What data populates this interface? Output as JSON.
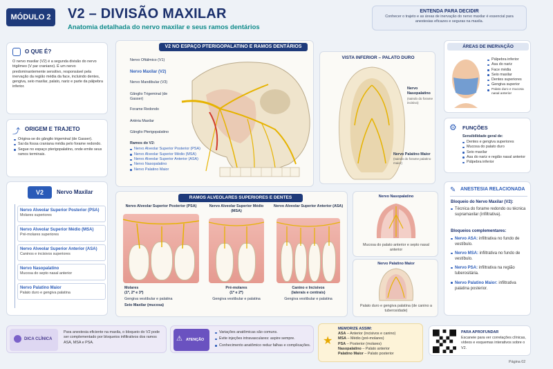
{
  "header": {
    "module": "MÓDULO 2",
    "title": "V2 – DIVISÃO MAXILAR",
    "subtitle": "Anatomia detalhada do nervo maxilar e seus ramos dentários"
  },
  "understand": {
    "title": "ENTENDA PARA DECIDIR",
    "text": "Conhecer o trajeto e as áreas de inervação do nervo maxilar é essencial para anestesias eficazes e seguras na maxila."
  },
  "what_is": {
    "title": "O QUE É?",
    "text": "O nervo maxilar (V2) é a segunda divisão do nervo trigêmeo (V par craniano). É um nervo predominantemente sensitivo, responsável pela inervação da região média da face, incluindo dentes, gengiva, seio maxilar, palato, nariz e parte da pálpebra inferior."
  },
  "origin": {
    "title": "ORIGEM E TRAJETO",
    "items": [
      "Origina-se do gânglio trigeminal (de Gasser).",
      "Sai da fossa craniana média pelo forame redondo.",
      "Segue no espaço pterigopalatino, onde emite seus ramos terminais."
    ]
  },
  "v2_card": {
    "badge": "V2",
    "title": "Nervo Maxilar",
    "branches": [
      {
        "name": "Nervo Alveolar Superior Posterior (PSA)",
        "desc": "Molares superiores"
      },
      {
        "name": "Nervo Alveolar Superior Médio (MSA)",
        "desc": "Pré-molares superiores"
      },
      {
        "name": "Nervo Alveolar Superior Anterior (ASA)",
        "desc": "Caninos e incisivos superiores"
      },
      {
        "name": "Nervo Nasopalatino",
        "desc": "Mucosa do septo nasal anterior"
      },
      {
        "name": "Nervo Palatino Maior",
        "desc": "Palato duro e gengiva palatina"
      }
    ]
  },
  "main_figure": {
    "title": "V2 NO ESPAÇO PTERIGOPALATINO E RAMOS DENTÁRIOS",
    "labels": [
      "Nervo Oftálmico (V1)",
      "Nervo Maxilar (V2)",
      "Nervo Mandibular (V3)",
      "Gânglio Trigeminal (de Gasser)",
      "Forame Redondo",
      "Artéria Maxilar",
      "Gânglio Pterigopalatino"
    ],
    "branches_title": "Ramos do V2:",
    "branches": [
      "Nervo Alveolar Superior Posterior (PSA)",
      "Nervo Alveolar Superior Médio (MSA)",
      "Nervo Alveolar Superior Anterior (ASA)",
      "Nervo Nasopalatino",
      "Nervo Palatino Maior"
    ]
  },
  "inferior_view": {
    "title": "VISTA INFERIOR – PALATO DURO",
    "label1": "Nervo Nasopalatino",
    "label1_sub": "(saindo do forame incisivo)",
    "label2": "Nervo Palatino Maior",
    "label2_sub": "(saindo do forame palatino maior)"
  },
  "areas": {
    "title": "ÁREAS DE INERVAÇÃO",
    "items": [
      "Pálpebra inferior",
      "Asa do nariz",
      "Face média",
      "Seio maxilar",
      "Dentes superiores",
      "Gengiva superior",
      "Palato duro e mucosa nasal anterior"
    ]
  },
  "functions": {
    "title": "FUNÇÕES",
    "lead": "Sensibilidade geral de:",
    "items": [
      "Dentes e gengiva superiores",
      "Mucosa do palato duro",
      "Seio maxilar",
      "Asa do nariz e região nasal anterior",
      "Pálpebra inferior"
    ]
  },
  "anesthesia": {
    "title": "ANESTESIA RELACIONADA",
    "block_title": "Bloqueio do Nervo Maxilar (V2):",
    "block_items": [
      "Técnica do forame redondo ou técnica supramaxilar (infiltrativa)."
    ],
    "comp_title": "Bloqueios complementares:",
    "comp_items": [
      {
        "name": "Nervo ASA:",
        "desc": "infiltrativa no fundo de vestíbulo."
      },
      {
        "name": "Nervo MSA:",
        "desc": "infiltrativa no fundo de vestíbulo."
      },
      {
        "name": "Nervo PSA:",
        "desc": "infiltrativa na região tuberositária."
      },
      {
        "name": "Nervo Palatino Maior:",
        "desc": "infiltrativa palatina posterior."
      }
    ]
  },
  "alveolar": {
    "title": "RAMOS ALVEOLARES SUPERIORES E DENTES",
    "panels": [
      {
        "title": "Nervo Alveolar Superior Posterior (PSA)",
        "teeth": "Molares",
        "teeth_sub": "(1º, 2º e 3º)",
        "gum": "Gengiva vestibular e palatina",
        "extra": "Seio Maxilar (mucosa)"
      },
      {
        "title": "Nervo Alveolar Superior Médio (MSA)",
        "teeth": "Pré-molares",
        "teeth_sub": "(1º e 2º)",
        "gum": "Gengiva vestibular e palatina"
      },
      {
        "title": "Nervo Alveolar Superior Anterior (ASA)",
        "teeth": "Canino e Incisivos",
        "teeth_sub": "(laterais e centrais)",
        "gum": "Gengiva vestibular e palatina"
      }
    ]
  },
  "naso": {
    "title": "Nervo Nasopalatino",
    "caption": "Mucosa do palato anterior e septo nasal anterior"
  },
  "palatino": {
    "title": "Nervo Palatino Maior",
    "caption": "Palato duro e gengiva palatina (de canino a tuberosidade)"
  },
  "footer": {
    "tip_label": "DICA CLÍNICA",
    "tip_text": "Para anestesia eficiente na maxila, o bloqueio do V2 pode ser complementado por bloqueios infiltrativos dos ramos ASA, MSA e PSA.",
    "attention_label": "ATENÇÃO",
    "attention_items": [
      "Variações anatômicas são comuns.",
      "Evite injeções intravasculares: aspire sempre.",
      "Conhecimento anatômico reduz falhas e complicações."
    ],
    "memo_title": "MEMORIZE ASSIM:",
    "memo_items": [
      {
        "k": "ASA",
        "v": "– Anterior (incisivos e canino)"
      },
      {
        "k": "MSA",
        "v": "– Médio (pré-molares)"
      },
      {
        "k": "PSA",
        "v": "– Posterior (molares)"
      },
      {
        "k": "Nasopalatino",
        "v": "– Palato anterior"
      },
      {
        "k": "Palatino Maior",
        "v": "– Palato posterior"
      }
    ],
    "deep_title": "PARA APROFUNDAR",
    "deep_text": "Escaneie para ver correlações clínicas, vídeos e esquemas interativos sobre o V2.",
    "page": "Página 02"
  },
  "colors": {
    "navy": "#1e3a7a",
    "accent": "#2a5bb8",
    "teal": "#0e8a8a",
    "nerve": "#e6b300"
  }
}
